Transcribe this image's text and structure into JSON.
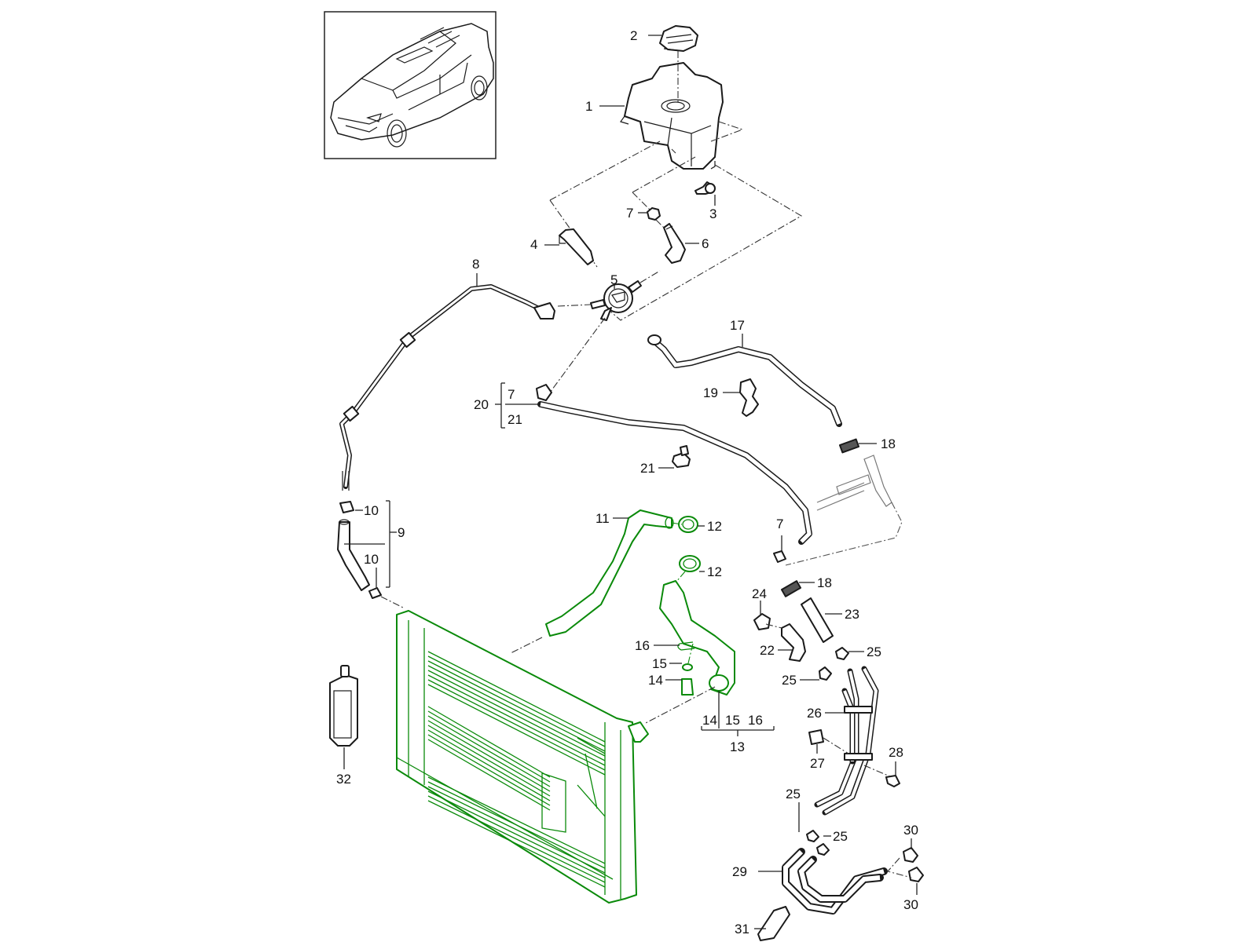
{
  "title": "Cooling system – coolant expansion tank, hoses and radiator",
  "highlight_color": "#0a8a0a",
  "line_color": "#1a1a1a",
  "inset": {
    "label": "vehicle-overview",
    "description": "SUV vehicle overview"
  },
  "callouts": {
    "c1": "1",
    "c2": "2",
    "c3": "3",
    "c4": "4",
    "c5": "5",
    "c6": "6",
    "c7a": "7",
    "c7b": "7",
    "c8": "8",
    "c9": "9",
    "c10a": "10",
    "c10b": "10",
    "c11": "11",
    "c12a": "12",
    "c12b": "12",
    "c13": "13",
    "c14": "14",
    "c15": "15",
    "c16": "16",
    "c17": "17",
    "c18a": "18",
    "c18b": "18",
    "c19": "19",
    "c20": "20",
    "c21": "21",
    "c22": "22",
    "c23": "23",
    "c24": "24",
    "c25a": "25",
    "c25b": "25",
    "c25c": "25",
    "c25d": "25",
    "c26": "26",
    "c27": "27",
    "c28": "28",
    "c29": "29",
    "c30a": "30",
    "c30b": "30",
    "c31": "31",
    "c32": "32"
  },
  "groups": {
    "g20": {
      "label": "20",
      "members": [
        "7",
        "21"
      ]
    },
    "g13": {
      "label": "13",
      "members": [
        "14",
        "15",
        "16"
      ]
    }
  }
}
